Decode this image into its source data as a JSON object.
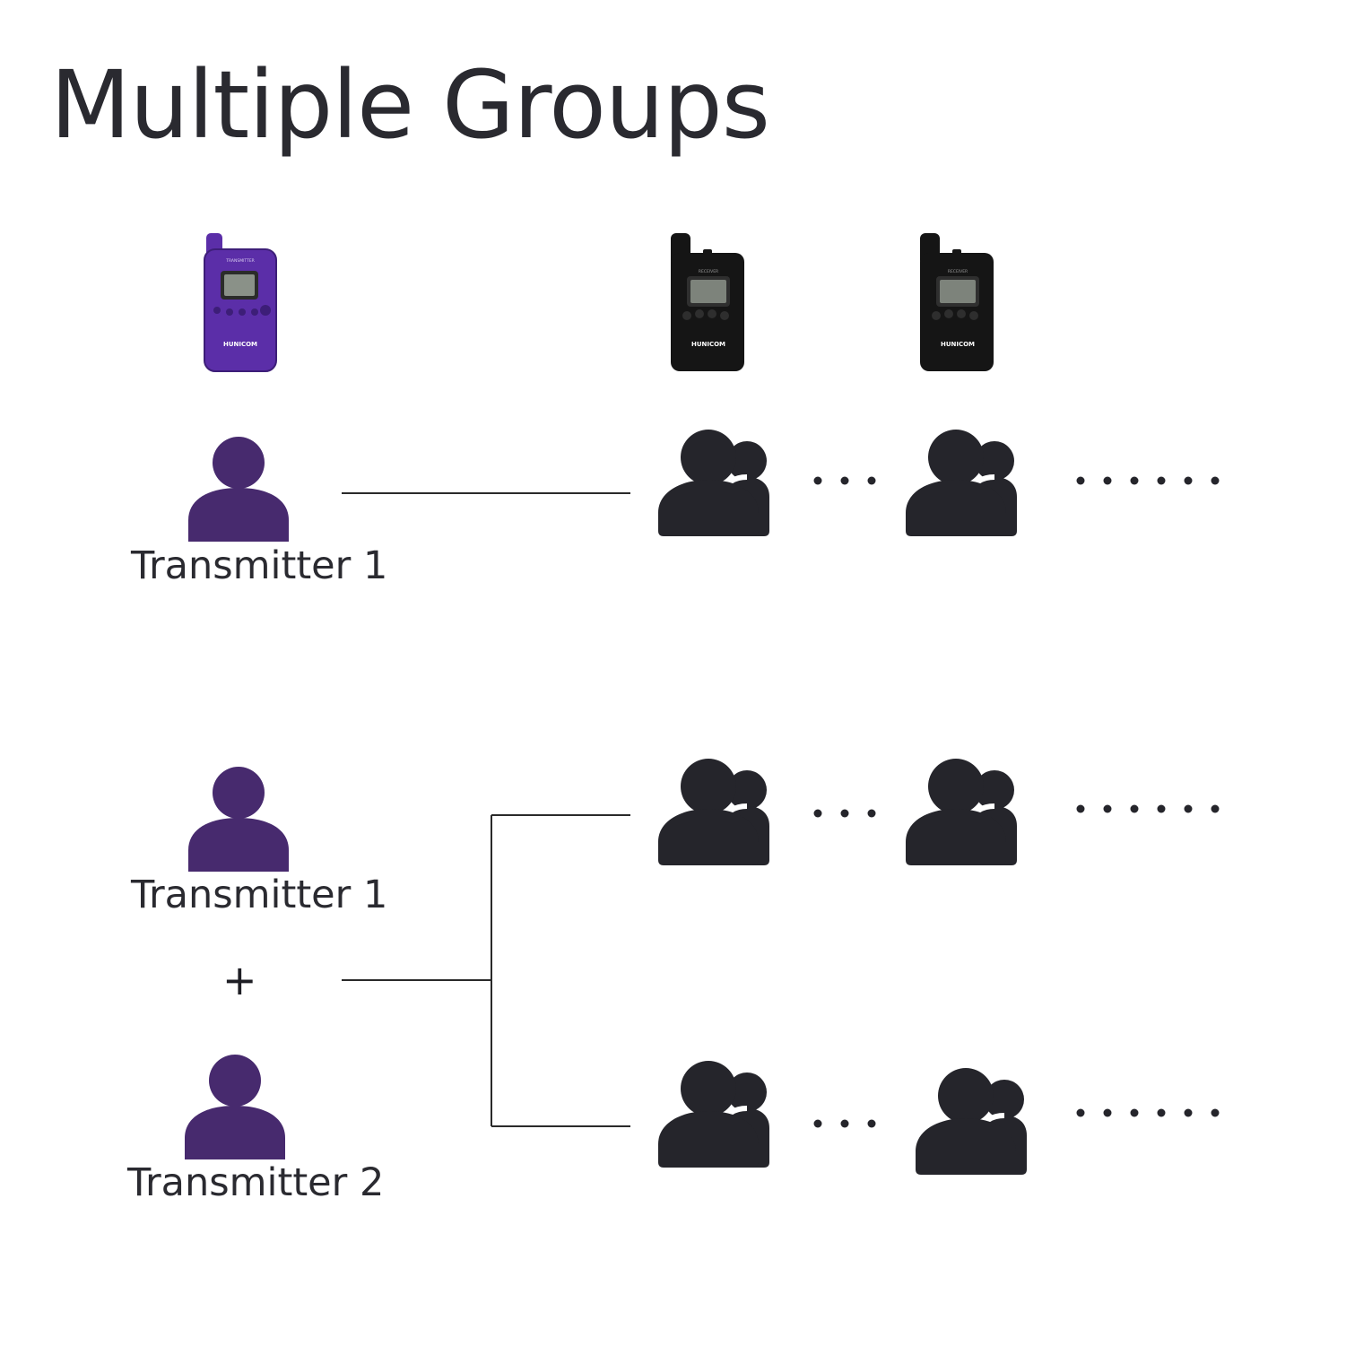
{
  "title": "Multiple Groups",
  "colors": {
    "transmitter": "#472a6e",
    "receiver_group": "#25252b",
    "purple_device": "#5b2ea8",
    "black_device": "#151515",
    "line": "#2a2a2a"
  },
  "devices": {
    "transmitter_device": {
      "brand": "HUNICOM",
      "role_text": "TRANSMITTER"
    },
    "receiver_devices": [
      {
        "brand": "HUNICOM",
        "role_text": "RECEIVER"
      },
      {
        "brand": "HUNICOM",
        "role_text": "RECEIVER"
      }
    ]
  },
  "section1": {
    "transmitter_label": "Transmitter 1"
  },
  "section2": {
    "transmitter1_label": "Transmitter 1",
    "plus": "+",
    "transmitter2_label": "Transmitter 2"
  },
  "icons": {
    "transmitter": "person-icon",
    "receiver": "group-icon"
  }
}
